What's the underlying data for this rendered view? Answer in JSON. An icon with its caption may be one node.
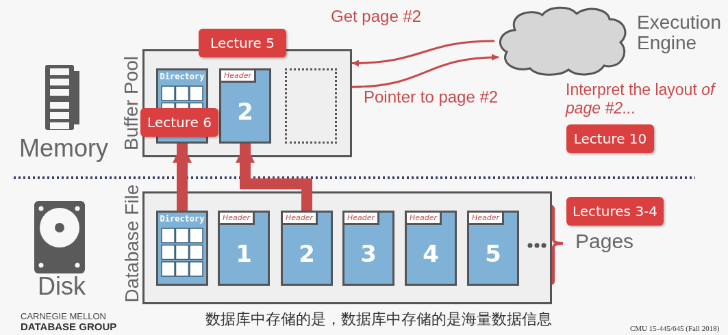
{
  "diagram": {
    "nodes": [
      {
        "text": [
          "Buffer Pool"
        ]
      },
      {
        "text": [
          "Directory"
        ],
        "in": 0
      },
      {
        "text": [
          "Header",
          "2"
        ],
        "in": 0
      },
      {
        "text": [],
        "shape": "box",
        "in": 0
      },
      {
        "text": [
          "Execution Engine"
        ]
      },
      {
        "text": [
          "Database File"
        ]
      },
      {
        "text": [
          "Directory"
        ],
        "in": 5
      },
      {
        "text": [
          "Header",
          "1"
        ],
        "in": 5
      },
      {
        "text": [
          "Header",
          "2"
        ],
        "in": 5
      },
      {
        "text": [
          "Header",
          "3"
        ],
        "in": 5
      },
      {
        "text": [
          "Header",
          "4"
        ],
        "in": 5
      },
      {
        "text": [
          "Header",
          "5"
        ],
        "in": 5
      },
      {
        "text": [
          "Lecture 5"
        ]
      },
      {
        "text": [
          "Lecture 6"
        ],
        "in": 0
      },
      {
        "text": [
          "Lecture 10"
        ]
      },
      {
        "text": [
          "Lectures 3-4"
        ]
      }
    ],
    "edges": [
      {
        "from": 4,
        "to": 0,
        "arrow": "to",
        "label": "Get page #2"
      },
      {
        "from": 0,
        "to": 4,
        "arrow": "to",
        "label": "Pointer to page #2"
      },
      {
        "from": 6,
        "to": 1,
        "arrow": "to",
        "style": "thick"
      },
      {
        "from": 8,
        "to": 2,
        "arrow": "to",
        "style": "thick"
      }
    ],
    "labels": [
      "Memory",
      "Interpret the layout *of page #2...*",
      "Disk",
      "Pages",
      "CARNEGIE MELLON",
      "DATABASE GROUP",
      "数据库中存储的是，数据库中存储的是海量数据信息",
      "CMU 15-445/645 (Fall 2018)"
    ]
  }
}
